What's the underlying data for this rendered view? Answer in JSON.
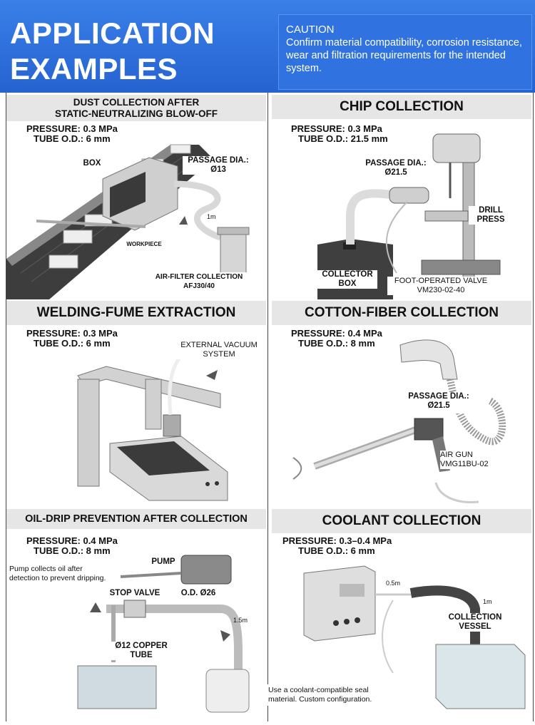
{
  "header": {
    "title_line1": "APPLICATION",
    "title_line2": "EXAMPLES",
    "caution_title": "CAUTION",
    "caution_text": "Confirm material compatibility, corrosion resistance, wear and filtration requirements for the intended system."
  },
  "panels": {
    "dust": {
      "title_line1": "DUST COLLECTION AFTER",
      "title_line2": "STATIC-NEUTRALIZING BLOW-OFF",
      "pressure": "PRESSURE: 0.3 MPa",
      "tube": "TUBE O.D.: 6 mm",
      "label_box": "BOX",
      "label_passage_1": "PASSAGE DIA.:",
      "label_passage_2": "Ø13",
      "label_length": "1m",
      "label_workpiece": "WORKPIECE",
      "label_filter_1": "AIR-FILTER COLLECTION",
      "label_filter_2": "AFJ30/40"
    },
    "chip": {
      "title": "CHIP COLLECTION",
      "pressure": "PRESSURE: 0.3 MPa",
      "tube": "TUBE O.D.: 21.5 mm",
      "label_passage_1": "PASSAGE DIA.:",
      "label_passage_2": "Ø21.5",
      "label_drill_1": "DRILL",
      "label_drill_2": "PRESS",
      "label_collector_1": "COLLECTOR",
      "label_collector_2": "BOX",
      "label_valve_1": "FOOT-OPERATED VALVE",
      "label_valve_2": "VM230-02-40"
    },
    "welding": {
      "title": "WELDING-FUME EXTRACTION",
      "pressure": "PRESSURE: 0.3 MPa",
      "tube": "TUBE O.D.: 6 mm",
      "label_vacuum_1": "EXTERNAL VACUUM",
      "label_vacuum_2": "SYSTEM"
    },
    "cotton": {
      "title": "COTTON-FIBER COLLECTION",
      "pressure": "PRESSURE: 0.4 MPa",
      "tube": "TUBE O.D.: 8 mm",
      "label_passage_1": "PASSAGE DIA.:",
      "label_passage_2": "Ø21.5",
      "label_gun_1": "AIR GUN",
      "label_gun_2": "VMG11BU-02"
    },
    "oil": {
      "title": "OIL-DRIP PREVENTION AFTER COLLECTION",
      "pressure": "PRESSURE: 0.4 MPa",
      "tube": "TUBE O.D.: 8 mm",
      "note_1": "Pump collects oil after",
      "note_2": "detection to prevent dripping.",
      "label_pump": "PUMP",
      "label_stop": "STOP VALVE",
      "label_od": "O.D. Ø26",
      "label_length": "1.5m",
      "label_copper_1": "Ø12 COPPER",
      "label_copper_2": "TUBE"
    },
    "coolant": {
      "title": "COOLANT COLLECTION",
      "pressure": "PRESSURE: 0.3–0.4 MPa",
      "tube": "TUBE O.D.: 6 mm",
      "label_len_a": "0.5m",
      "label_len_b": "1m",
      "label_vessel_1": "COLLECTION",
      "label_vessel_2": "VESSEL",
      "note_1": "Use a coolant-compatible seal",
      "note_2": "material. Custom configuration."
    }
  }
}
